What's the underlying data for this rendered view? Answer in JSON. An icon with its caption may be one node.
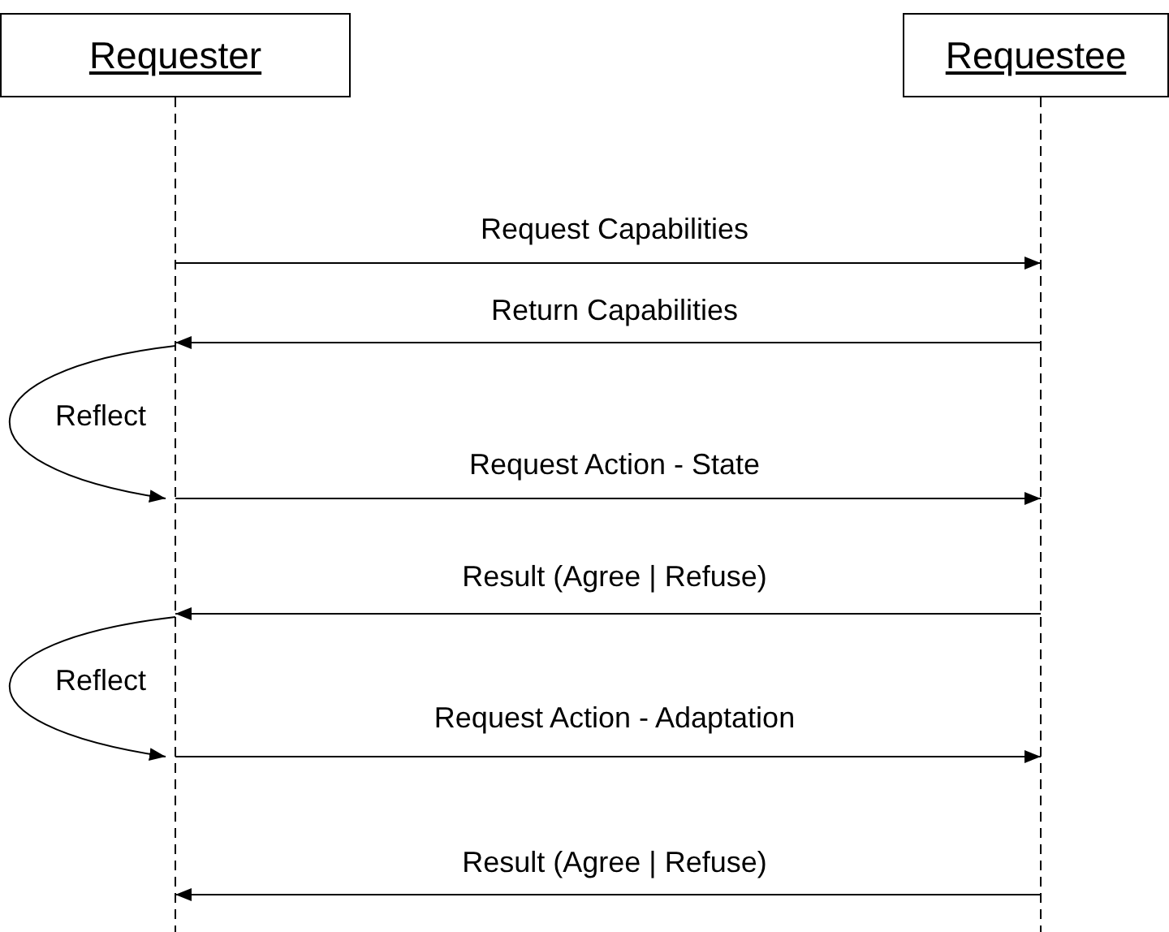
{
  "diagram": {
    "nodes": [
      {
        "text": [
          "Requester"
        ]
      },
      {
        "text": [
          "Requestee"
        ]
      }
    ],
    "edges": [
      {
        "from": 0,
        "to": 1,
        "arrow": "to",
        "label": "Request Capabilities"
      },
      {
        "from": 1,
        "to": 0,
        "arrow": "to",
        "label": "Return Capabilities"
      },
      {
        "from": 0,
        "to": 0,
        "arrow": "to",
        "label": "Reflect"
      },
      {
        "from": 0,
        "to": 1,
        "arrow": "to",
        "label": "Request Action - State"
      },
      {
        "from": 1,
        "to": 0,
        "arrow": "to",
        "label": "Result (Agree | Refuse)"
      },
      {
        "from": 0,
        "to": 0,
        "arrow": "to",
        "label": "Reflect"
      },
      {
        "from": 0,
        "to": 1,
        "arrow": "to",
        "label": "Request Action - Adaptation"
      },
      {
        "from": 1,
        "to": 0,
        "arrow": "to",
        "label": "Result (Agree | Refuse)"
      }
    ]
  }
}
